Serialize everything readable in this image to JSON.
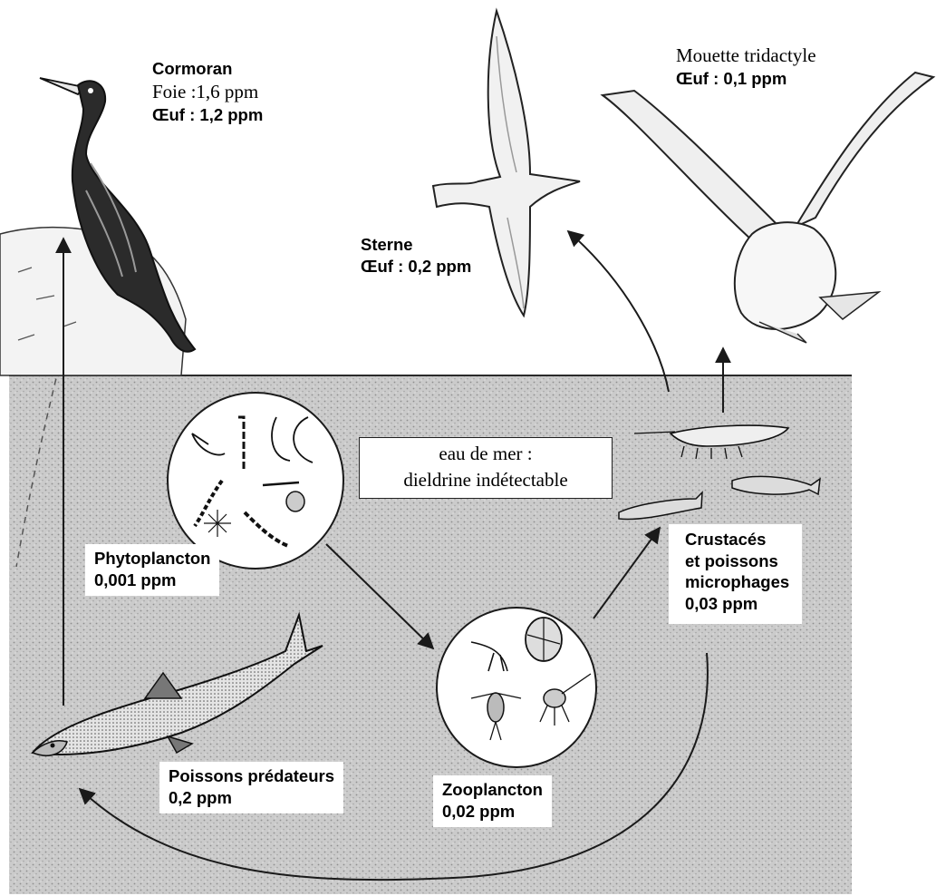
{
  "labels": {
    "cormoran": {
      "name": "Cormoran",
      "foie": "Foie :1,6 ppm",
      "oeuf": "Œuf : 1,2 ppm"
    },
    "sterne": {
      "name": "Sterne",
      "oeuf": "Œuf : 0,2 ppm"
    },
    "mouette": {
      "name": "Mouette tridactyle",
      "oeuf": "Œuf : 0,1 ppm"
    },
    "seawater": {
      "line1": "eau de mer :",
      "line2": "dieldrine indétectable"
    },
    "phytoplancton": {
      "name": "Phytoplancton",
      "value": "0,001 ppm"
    },
    "crustaces": {
      "line1": "Crustacés",
      "line2": "et poissons",
      "line3": "microphages",
      "value": "0,03 ppm"
    },
    "poissons": {
      "name": "Poissons prédateurs",
      "value": "0,2 ppm"
    },
    "zooplancton": {
      "name": "Zooplancton",
      "value": "0,02 ppm"
    }
  },
  "colors": {
    "sea": "#c9c9c9",
    "ink": "#1a1a1a",
    "label_bg": "#ffffff"
  },
  "icons": [
    "cormorant-illustration",
    "tern-illustration",
    "kittiwake-illustration",
    "phytoplankton-circle",
    "zooplankton-circle",
    "predator-fish-illustration",
    "shrimp-illustration",
    "small-fish-illustration"
  ]
}
